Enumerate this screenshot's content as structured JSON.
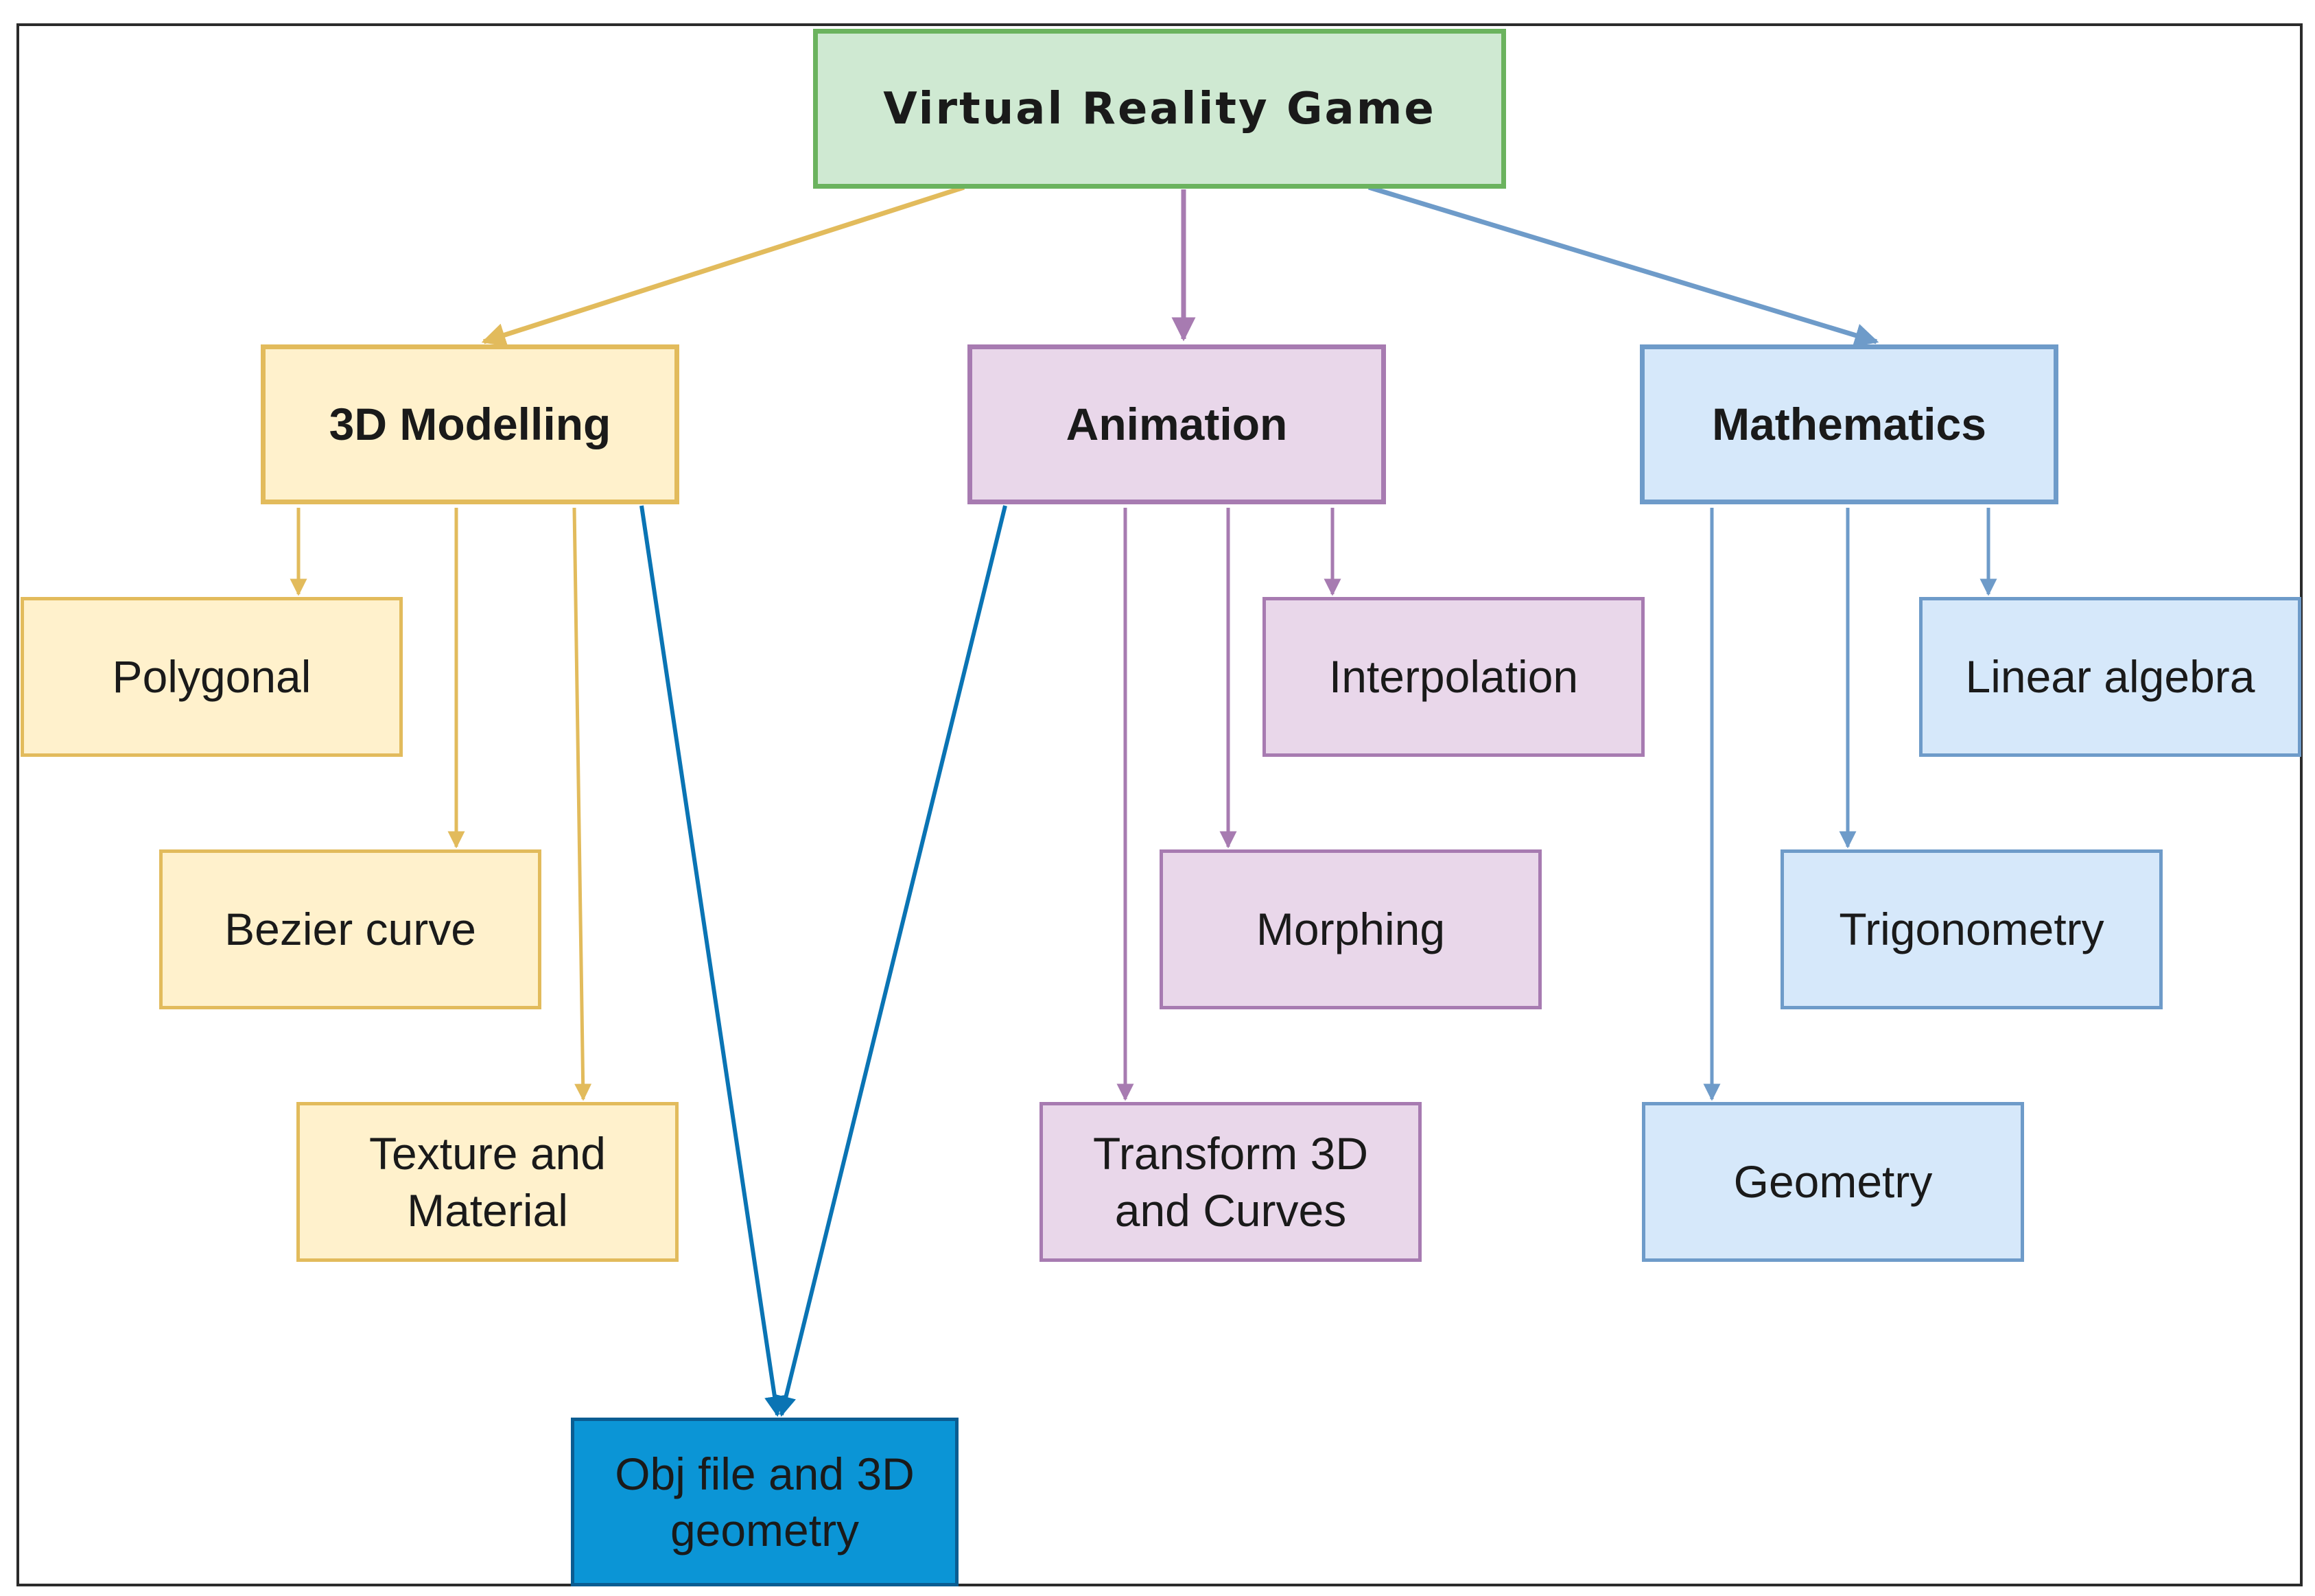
{
  "root": {
    "label": "Virtual Reality Game"
  },
  "categories": {
    "modelling": {
      "label": "3D Modelling"
    },
    "animation": {
      "label": "Animation"
    },
    "mathematics": {
      "label": "Mathematics"
    }
  },
  "modelling_items": {
    "polygonal": "Polygonal",
    "bezier": "Bezier curve",
    "texture_line1": "Texture and",
    "texture_line2": "Material"
  },
  "animation_items": {
    "interpolation": "Interpolation",
    "morphing": "Morphing",
    "transform_line1": "Transform 3D",
    "transform_line2": "and Curves"
  },
  "math_items": {
    "linear_algebra": "Linear algebra",
    "trigonometry": "Trigonometry",
    "geometry": "Geometry"
  },
  "output": {
    "line1": "Obj file and 3D",
    "line2": "geometry"
  },
  "colors": {
    "yellow_line": "#e2bb5c",
    "purple_line": "#a77bb1",
    "blue_line": "#6e9bc9",
    "obj_line": "#0a74b4"
  }
}
